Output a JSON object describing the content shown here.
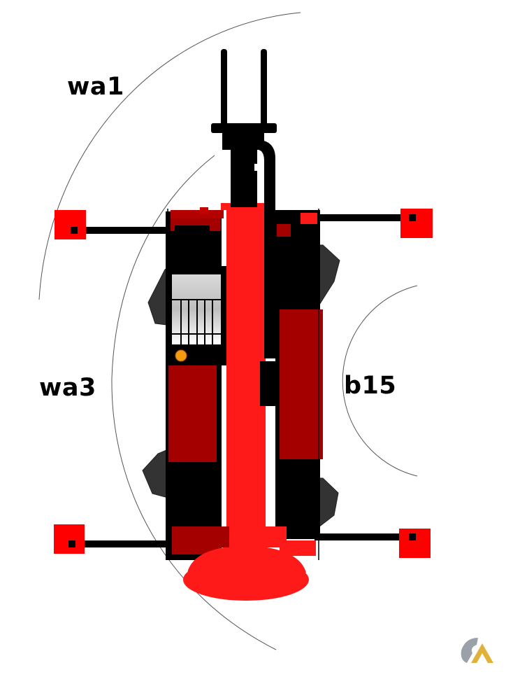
{
  "labels": {
    "wa1": "wa1",
    "wa3": "wa3",
    "b15": "b15"
  },
  "logo": {
    "icon": "cm-logo-icon"
  },
  "colors": {
    "mast_red": "#ff1a1a",
    "body_dark_red": "#a50000",
    "outrigger_pad_red": "#ff0000",
    "frame_black": "#000000",
    "track_grey": "#3a3a3a",
    "radius_arc": "#555555",
    "warning_light": "#f39c12",
    "logo_gold": "#e0b23a",
    "logo_grey": "#9aa1a8"
  }
}
